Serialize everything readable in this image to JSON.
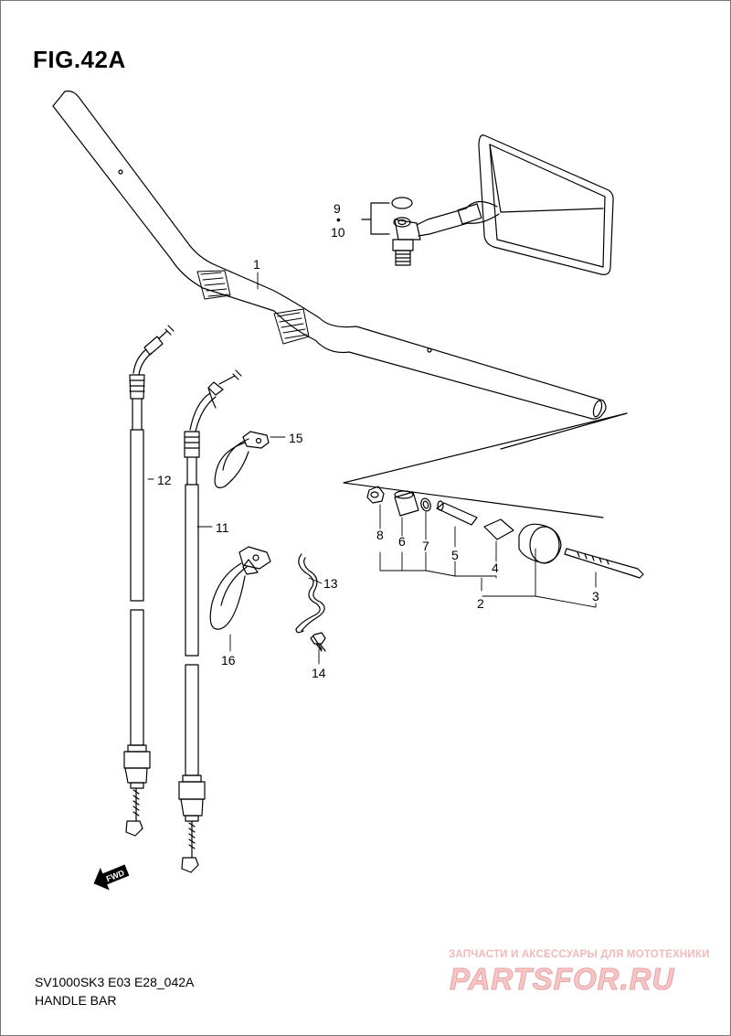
{
  "figure": {
    "title": "FIG.42A"
  },
  "footer": {
    "model_code": "SV1000SK3 E03 E28_042A",
    "section_name": "HANDLE BAR"
  },
  "watermark": {
    "tagline": "ЗАПЧАСТИ И АКСЕССУАРЫ ДЛЯ МОТОТЕХНИКИ",
    "logo": "PARTSFOR.RU",
    "color": "#f0b5b5"
  },
  "badges": {
    "fwd": "FWD"
  },
  "callouts": {
    "p1": "1",
    "p2": "2",
    "p3": "3",
    "p4": "4",
    "p5": "5",
    "p6": "6",
    "p7": "7",
    "p8": "8",
    "p9": "9",
    "p10": "10",
    "p11": "11",
    "p12": "12",
    "p13": "13",
    "p14": "14",
    "p15": "15",
    "p16": "16"
  }
}
